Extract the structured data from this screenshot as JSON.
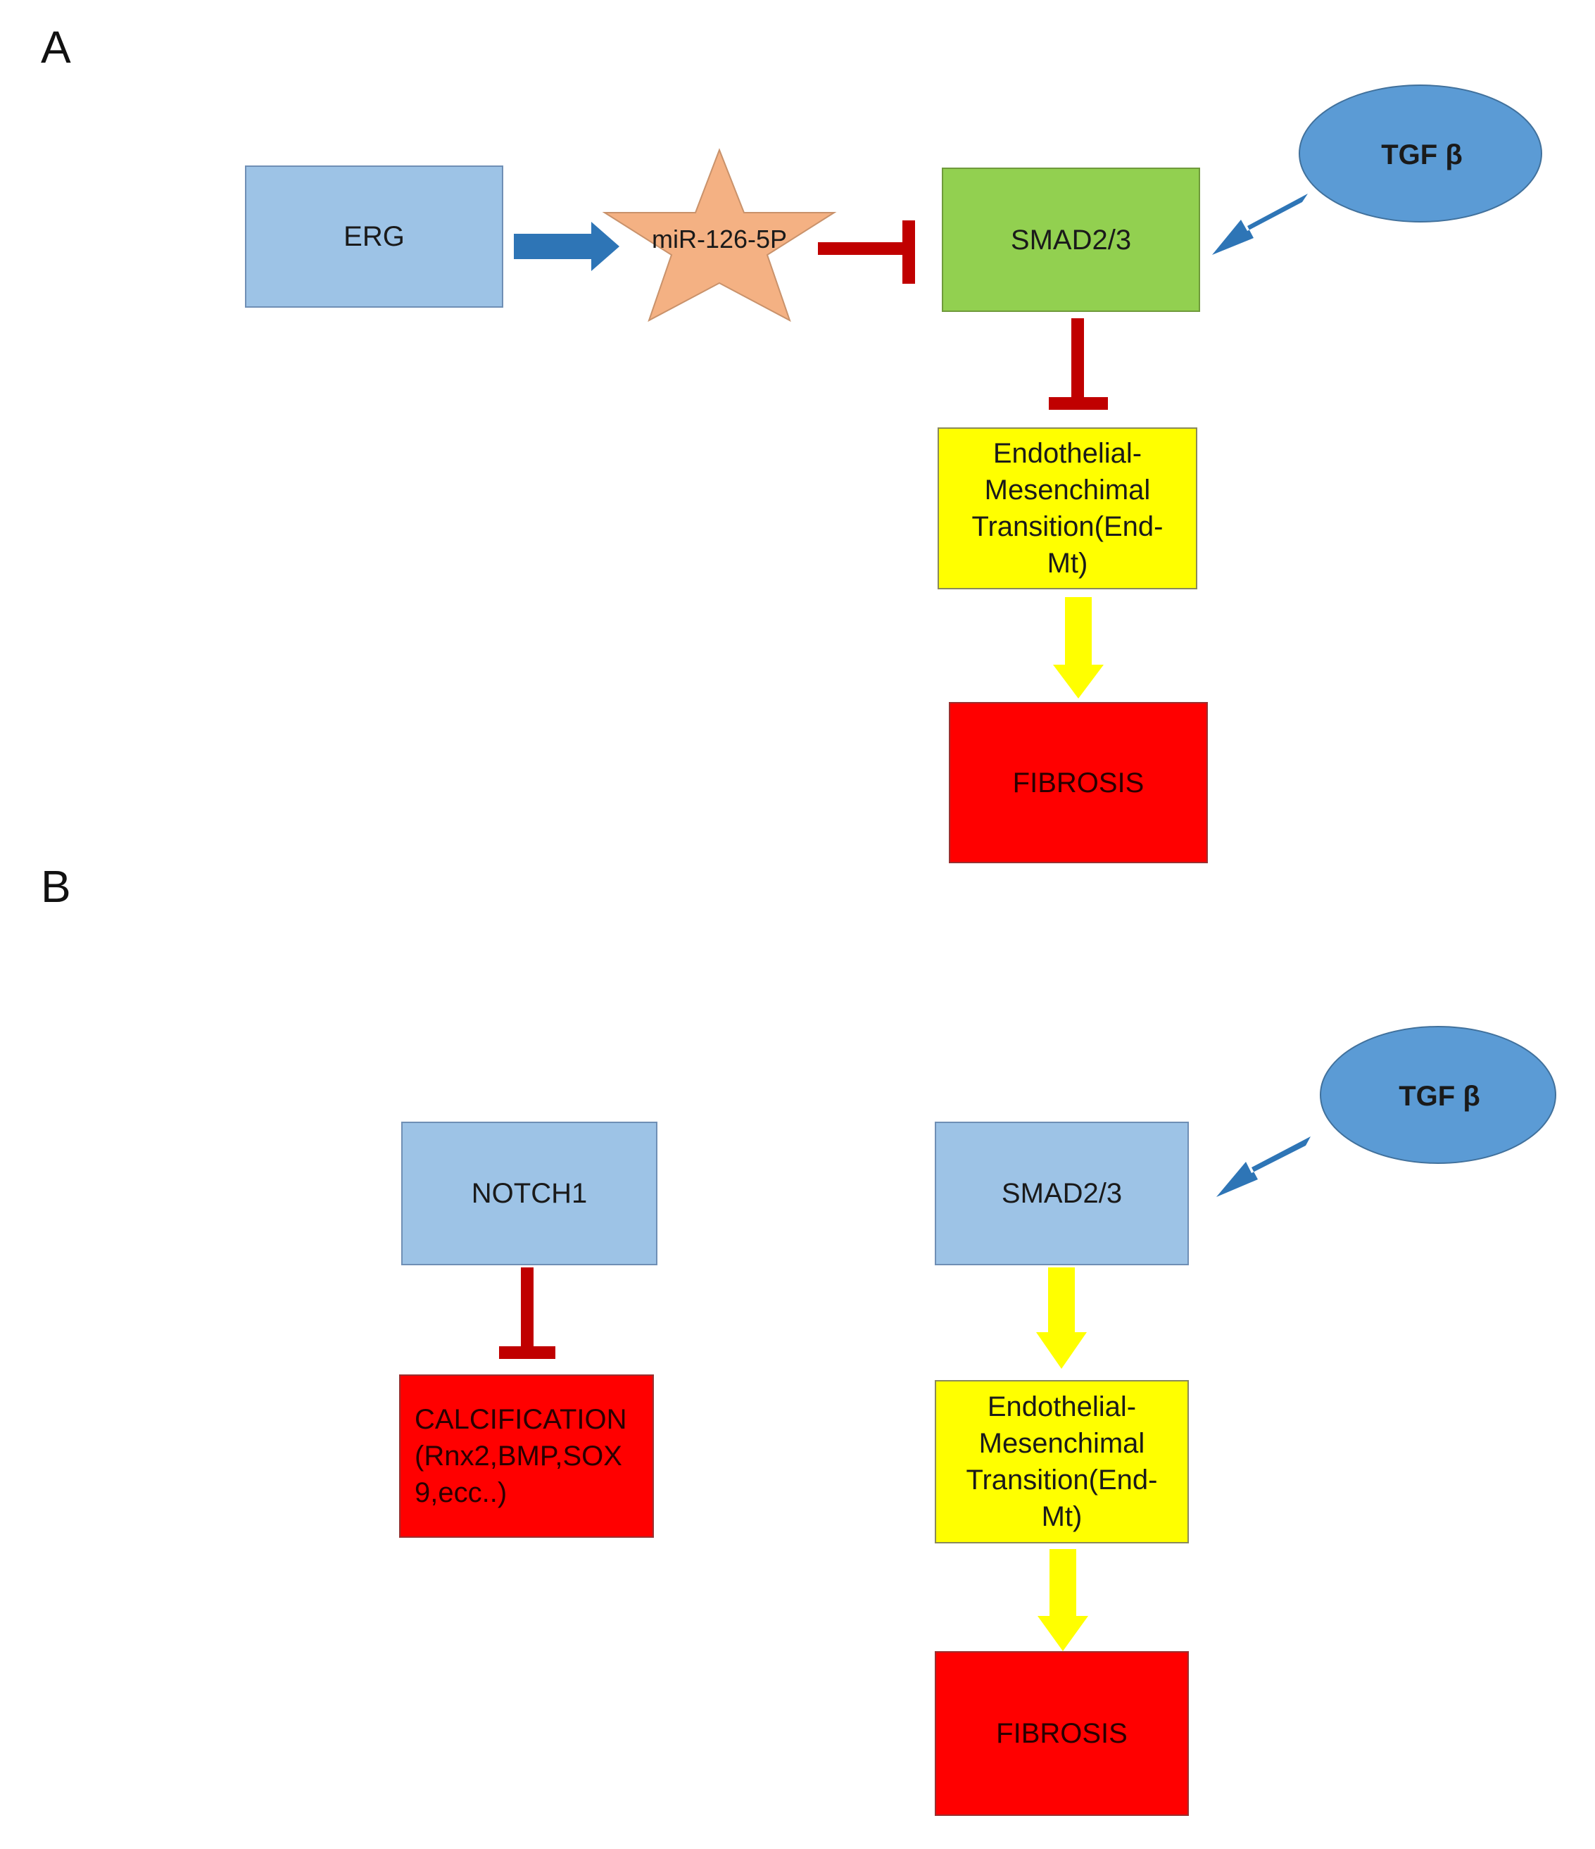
{
  "panels": {
    "a": {
      "label": "A",
      "erg": "ERG",
      "mir": "miR-126-5P",
      "smad": "SMAD2/3",
      "tgf": "TGF β",
      "endmt": "Endothelial-\nMesenchimal\nTransition(End-\nMt)",
      "fibrosis": "FIBROSIS"
    },
    "b": {
      "label": "B",
      "notch": "NOTCH1",
      "calcification": "CALCIFICATION\n(Rnx2,BMP,SOX\n9,ecc..)",
      "smad": "SMAD2/3",
      "tgf": "TGF β",
      "endmt": "Endothelial-\nMesenchimal\nTransition(End-\nMt)",
      "fibrosis": "FIBROSIS"
    }
  },
  "colors": {
    "light_blue": "#9dc3e6",
    "green": "#92d050",
    "yellow": "#ffff00",
    "red": "#ff0000",
    "salmon": "#f4b183",
    "ellipse_blue": "#5b9bd5",
    "arrow_blue": "#2e75b6",
    "inhibit_red": "#c00000"
  }
}
